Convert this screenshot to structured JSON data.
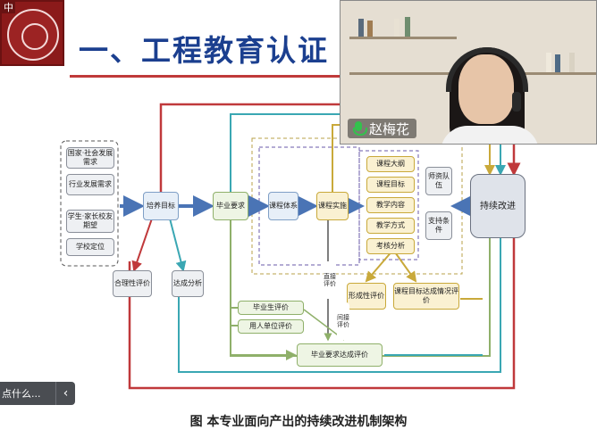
{
  "slide": {
    "logo_tag": "中",
    "title": "一、工程教育认证",
    "caption": "图 本专业面向产出的持续改进机制架构"
  },
  "diagram": {
    "inputs": [
      "国家·社会发展需求",
      "行业发展需求",
      "学生·家长校友期望",
      "学校定位"
    ],
    "peiyang": "培养目标",
    "biye": "毕业要求",
    "kecheng_tixi": "课程体系",
    "kecheng_shishi": "课程实施",
    "course_items": [
      "课程大纲",
      "课程目标",
      "教学内容",
      "教学方式",
      "考核分析"
    ],
    "shizi": "师资队伍",
    "zhichi": "支持条件",
    "chixu": "持续改进",
    "heli": "合理性评价",
    "dacheng_fenxi": "达成分析",
    "xingcheng": "形成性评价",
    "kecheng_mubiao_dacheng": "课程目标达成情况评价",
    "zhijie": "直接评价",
    "jianjie": "间接评价",
    "biyesheng": "毕业生评价",
    "yongren": "用人单位评价",
    "biye_dacheng": "毕业要求达成评价"
  },
  "video": {
    "participant_name": "赵梅花",
    "mic_icon": "mic-active-icon"
  },
  "side_panel": {
    "text": "点什么...",
    "chevron": "‹"
  }
}
